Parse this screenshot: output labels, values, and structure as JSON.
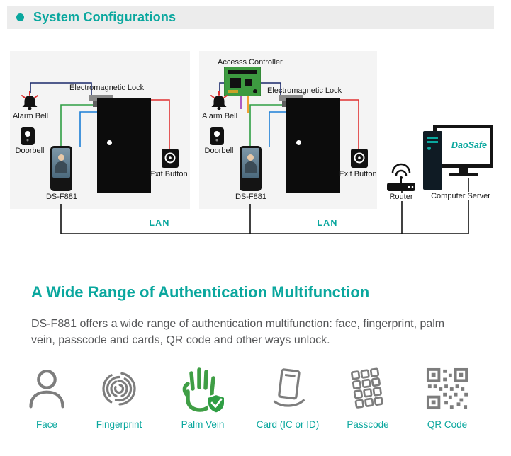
{
  "colors": {
    "accent": "#0aa79e",
    "palm_green": "#3f9e45",
    "icon_gray": "#7d7d7d"
  },
  "header": {
    "title": "System Configurations"
  },
  "diagram": {
    "left": {
      "lock_label": "Electromagnetic Lock",
      "alarm_bell": "Alarm Bell",
      "doorbell": "Doorbell",
      "device": "DS-F881",
      "exit_button": "Exit Button",
      "lan": "LAN"
    },
    "right": {
      "controller": "Accesss Controller",
      "lock_label": "Electromagnetic Lock",
      "alarm_bell": "Alarm Bell",
      "doorbell": "Doorbell",
      "device": "DS-F881",
      "exit_button": "Exit Button",
      "lan": "LAN"
    },
    "router_label": "Router",
    "server_label": "Computer Server",
    "server_brand": "DaoSafe"
  },
  "auth": {
    "title": "A Wide Range of Authentication Multifunction",
    "description": "DS-F881 offers a wide range of authentication multifunction: face, fingerprint, palm vein, passcode and cards, QR code and other ways unlock.",
    "items": [
      {
        "label": "Face",
        "icon": "face-icon"
      },
      {
        "label": "Fingerprint",
        "icon": "fingerprint-icon"
      },
      {
        "label": "Palm Vein",
        "icon": "palm-vein-icon"
      },
      {
        "label": "Card (IC or ID)",
        "icon": "card-icon"
      },
      {
        "label": "Passcode",
        "icon": "passcode-icon"
      },
      {
        "label": "QR Code",
        "icon": "qr-code-icon"
      }
    ]
  }
}
